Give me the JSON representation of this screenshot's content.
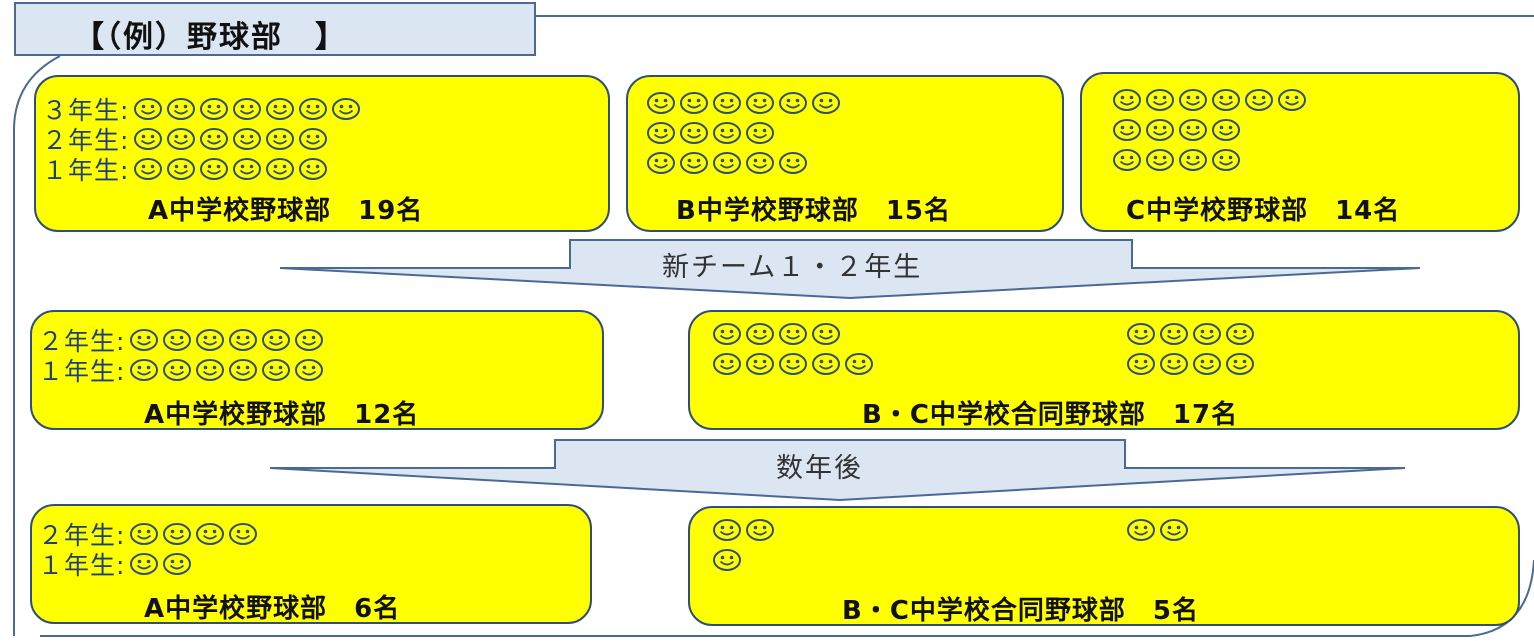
{
  "title": "【（例）野球部　】",
  "colors": {
    "box_fill": "#ffff00",
    "box_border": "#2f4f78",
    "arrow_fill": "#dce6f2",
    "arrow_border": "#4a6a94",
    "label_color": "#1f3f7a"
  },
  "icon": "smiley-face-icon",
  "stage1": {
    "boxes": [
      {
        "caption": "A中学校野球部　19名",
        "rows": [
          {
            "label": "３年生:",
            "count": 7
          },
          {
            "label": "２年生:",
            "count": 6
          },
          {
            "label": "１年生:",
            "count": 6
          }
        ]
      },
      {
        "caption": "B中学校野球部　15名",
        "rows": [
          {
            "label": "",
            "count": 6
          },
          {
            "label": "",
            "count": 4
          },
          {
            "label": "",
            "count": 5
          }
        ]
      },
      {
        "caption": "C中学校野球部　14名",
        "rows": [
          {
            "label": "",
            "count": 6
          },
          {
            "label": "",
            "count": 4
          },
          {
            "label": "",
            "count": 4
          }
        ]
      }
    ]
  },
  "arrow1": "新チーム１・２年生",
  "stage2": {
    "boxes": [
      {
        "caption": "A中学校野球部　12名",
        "rows": [
          {
            "label": "２年生:",
            "count": 6
          },
          {
            "label": "１年生:",
            "count": 6
          }
        ]
      },
      {
        "caption": "B・C中学校合同野球部　17名",
        "rows_left": [
          4,
          5
        ],
        "rows_right": [
          4,
          4
        ]
      }
    ]
  },
  "arrow2": "数年後",
  "stage3": {
    "boxes": [
      {
        "caption": "A中学校野球部　6名",
        "rows": [
          {
            "label": "２年生:",
            "count": 4
          },
          {
            "label": "１年生:",
            "count": 2
          }
        ]
      },
      {
        "caption": "B・C中学校合同野球部　5名",
        "rows_left": [
          2,
          1
        ],
        "rows_right": [
          2
        ]
      }
    ]
  }
}
